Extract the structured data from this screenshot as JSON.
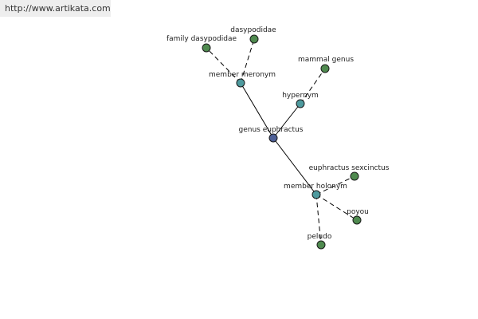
{
  "header": {
    "url": "http://www.artikata.com"
  },
  "colors": {
    "root": "#4d5f96",
    "relation": "#4e9a9e",
    "leaf": "#4f8a4f"
  },
  "graph": {
    "nodes": [
      {
        "id": "root",
        "label": "genus euphractus",
        "kind": "root"
      },
      {
        "id": "meronym",
        "label": "member meronym",
        "kind": "relation"
      },
      {
        "id": "hypernym",
        "label": "hypernym",
        "kind": "relation"
      },
      {
        "id": "holonym",
        "label": "member holonym",
        "kind": "relation"
      },
      {
        "id": "family",
        "label": "family dasypodidae",
        "kind": "leaf"
      },
      {
        "id": "dasypodidae",
        "label": "dasypodidae",
        "kind": "leaf"
      },
      {
        "id": "mammal",
        "label": "mammal genus",
        "kind": "leaf"
      },
      {
        "id": "sexcinctus",
        "label": "euphractus sexcinctus",
        "kind": "leaf"
      },
      {
        "id": "poyou",
        "label": "poyou",
        "kind": "leaf"
      },
      {
        "id": "peludo",
        "label": "peludo",
        "kind": "leaf"
      }
    ],
    "edges": [
      {
        "from": "root",
        "to": "meronym",
        "style": "solid"
      },
      {
        "from": "root",
        "to": "hypernym",
        "style": "solid"
      },
      {
        "from": "root",
        "to": "holonym",
        "style": "solid"
      },
      {
        "from": "meronym",
        "to": "family",
        "style": "dashed"
      },
      {
        "from": "meronym",
        "to": "dasypodidae",
        "style": "dashed"
      },
      {
        "from": "hypernym",
        "to": "mammal",
        "style": "dashed"
      },
      {
        "from": "holonym",
        "to": "sexcinctus",
        "style": "dashed"
      },
      {
        "from": "holonym",
        "to": "poyou",
        "style": "dashed"
      },
      {
        "from": "holonym",
        "to": "peludo",
        "style": "dashed"
      }
    ]
  }
}
